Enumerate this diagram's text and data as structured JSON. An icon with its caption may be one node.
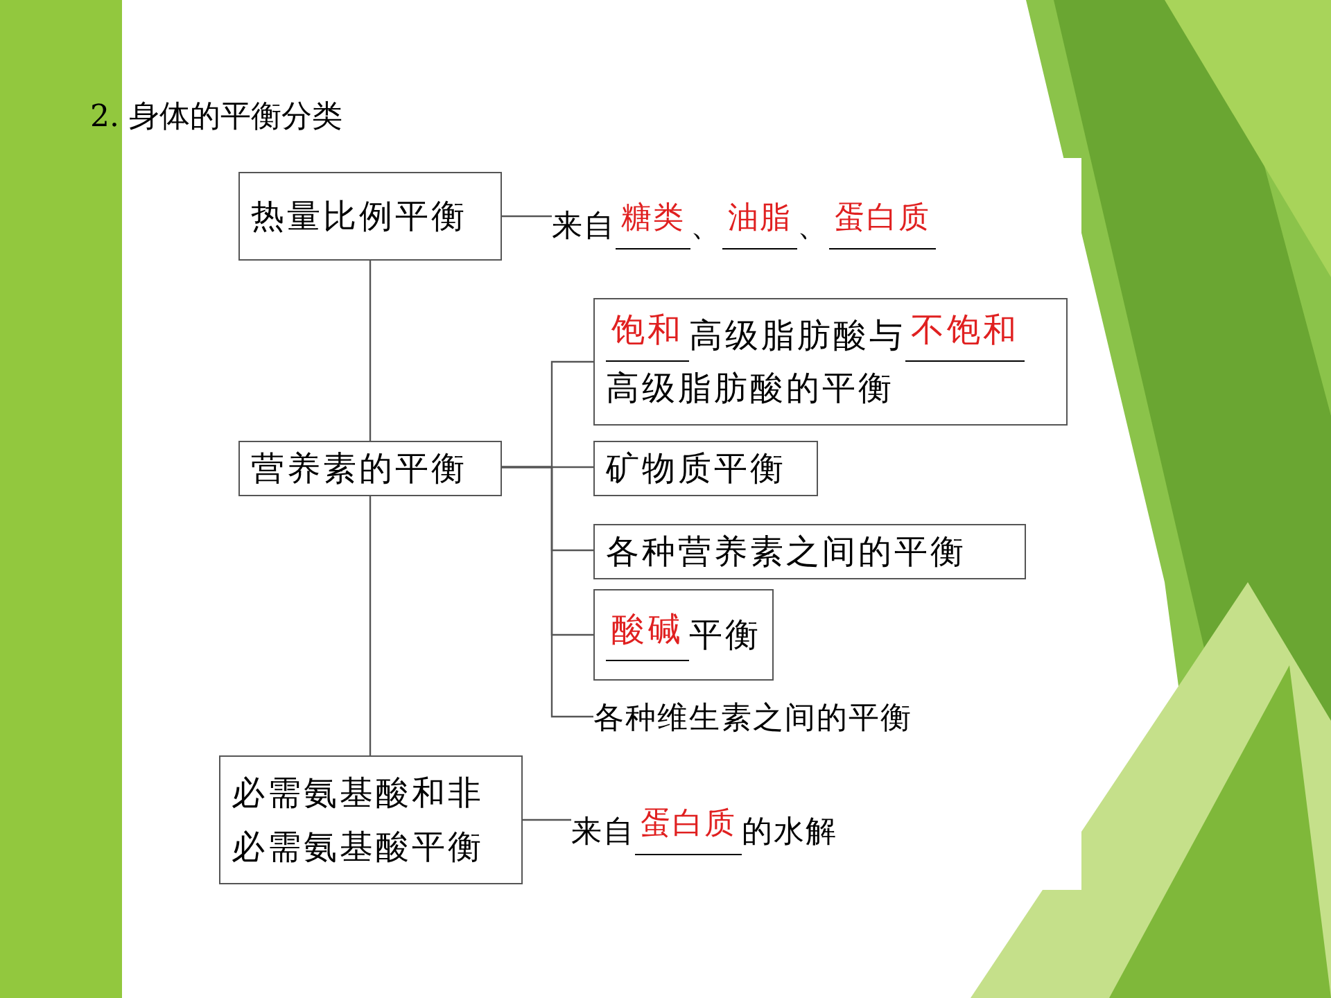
{
  "diagram": {
    "title": "2. 身体的平衡分类",
    "nodes": [
      {
        "text": [
          "热量比例平衡"
        ]
      },
      {
        "text": [
          "营养素的平衡"
        ]
      },
      {
        "text": [
          "必需氨基酸和非必需氨基酸平衡"
        ]
      },
      {
        "text": [
          "饱和",
          "高级脂肪酸与",
          "不饱和",
          "高级脂肪酸的平衡"
        ]
      },
      {
        "text": [
          "矿物质平衡"
        ]
      },
      {
        "text": [
          "各种营养素之间的平衡"
        ]
      },
      {
        "text": [
          "酸碱",
          "平衡"
        ]
      },
      {
        "text": [
          "各种维生素之间的平衡"
        ]
      },
      {
        "text": [
          "来自",
          "糖类",
          "、",
          "油脂",
          "、",
          "蛋白质"
        ]
      },
      {
        "text": [
          "来自",
          "蛋白质",
          "的水解"
        ]
      }
    ],
    "edges": [
      {
        "from": 0,
        "to": 8,
        "arrow": "none"
      },
      {
        "from": 0,
        "to": 1,
        "arrow": "none"
      },
      {
        "from": 1,
        "to": 2,
        "arrow": "none"
      },
      {
        "from": 1,
        "to": 3,
        "arrow": "none"
      },
      {
        "from": 1,
        "to": 4,
        "arrow": "none"
      },
      {
        "from": 1,
        "to": 5,
        "arrow": "none"
      },
      {
        "from": 1,
        "to": 6,
        "arrow": "none"
      },
      {
        "from": 1,
        "to": 7,
        "arrow": "none"
      },
      {
        "from": 2,
        "to": 9,
        "arrow": "none"
      }
    ]
  }
}
